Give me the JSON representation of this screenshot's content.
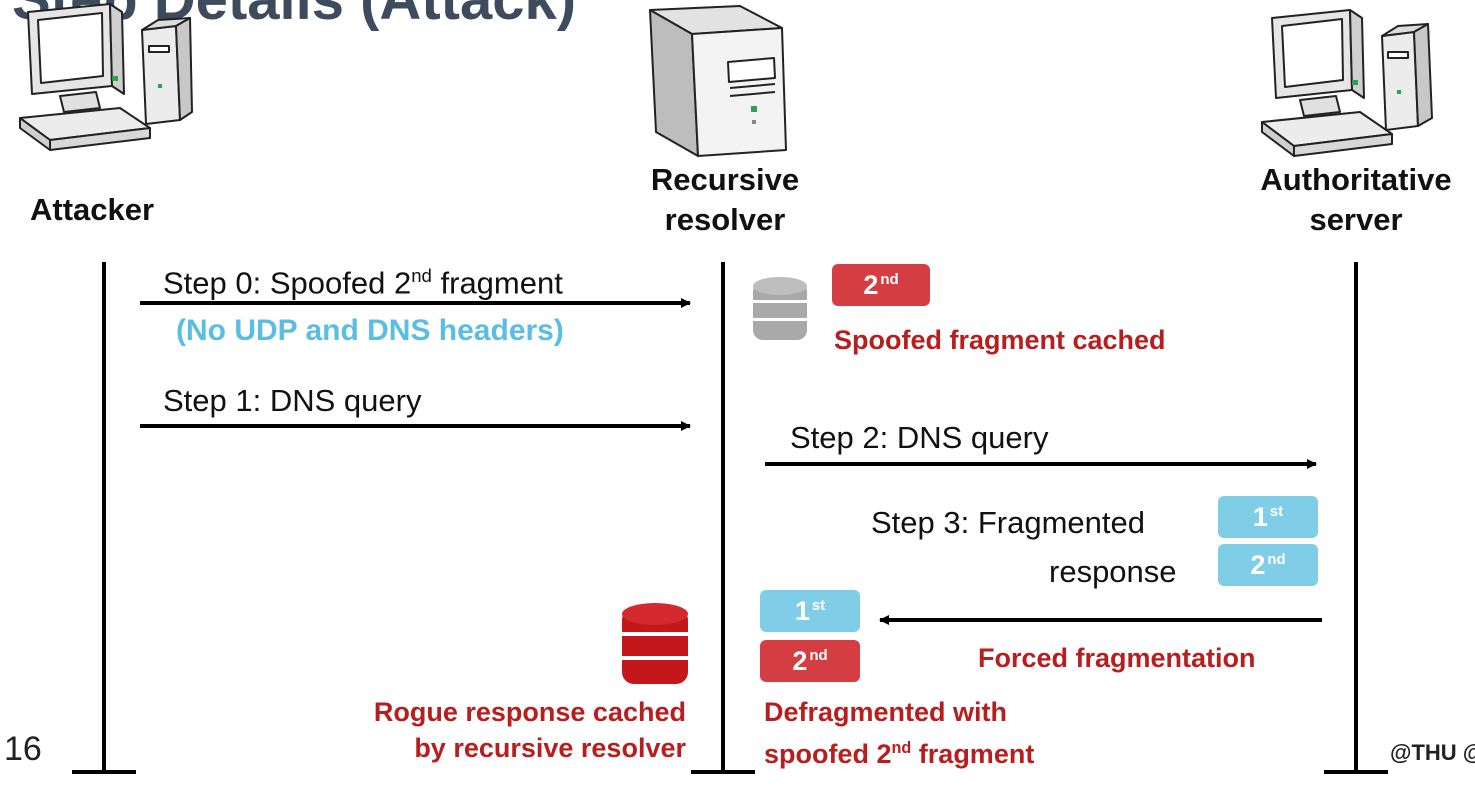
{
  "slide": {
    "title": "Step Details (Attack)",
    "page_number": "16",
    "credit": "@THU @UC"
  },
  "entities": {
    "attacker": "Attacker",
    "resolver_line1": "Recursive",
    "resolver_line2": "resolver",
    "server_line1": "Authoritative",
    "server_line2": "server"
  },
  "steps": {
    "step0_prefix": "Step 0: Spoofed 2",
    "step0_sup": "nd",
    "step0_suffix": " fragment",
    "step0_note": "(No UDP and DNS headers)",
    "step1": "Step 1: DNS query",
    "step2": "Step 2: DNS query",
    "step3_line1": "Step 3: Fragmented",
    "step3_line2": "response"
  },
  "annotations": {
    "spoofed_cached": "Spoofed fragment cached",
    "forced_frag": "Forced fragmentation",
    "rogue_line1": "Rogue response cached",
    "rogue_line2": "by recursive resolver",
    "defrag_line1": "Defragmented with",
    "defrag_line2_prefix": "spoofed 2",
    "defrag_line2_sup": "nd",
    "defrag_line2_suffix": " fragment"
  },
  "fragments": {
    "first_num": "1",
    "first_sup": "st",
    "second_num": "2",
    "second_sup": "nd"
  },
  "colors": {
    "red_text": "#b81e1e",
    "red_fragment": "#d43d42",
    "blue_fragment": "#80cde8",
    "blue_text": "#5bbde4",
    "rogue_cache": "#c4171c",
    "clean_cache": "#a9a9a9"
  }
}
